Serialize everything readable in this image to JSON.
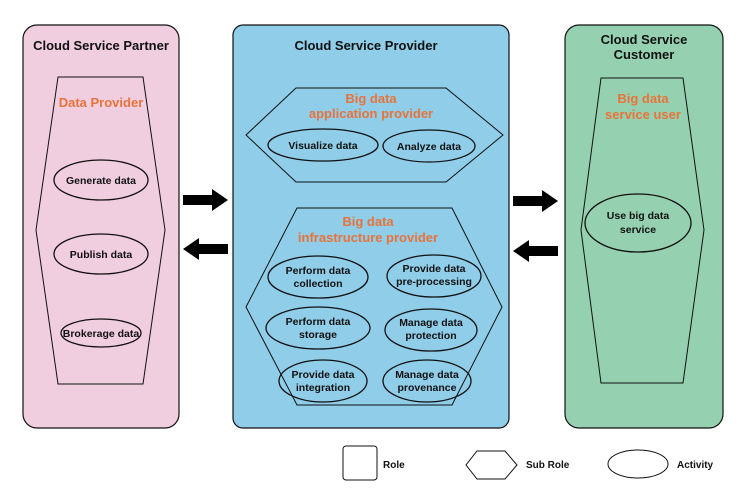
{
  "colors": {
    "partner_fill": "#f1cde0",
    "provider_fill": "#8fcde9",
    "customer_fill": "#95d1b1",
    "sub_role_title": "#e8733a",
    "stroke": "#111111"
  },
  "partner": {
    "title": "Cloud Service Partner",
    "sub_role": "Data Provider",
    "activities": [
      "Generate data",
      "Publish data",
      "Brokerage data"
    ]
  },
  "provider": {
    "title": "Cloud Service Provider",
    "app_sub_role": [
      "Big data",
      "application provider"
    ],
    "app_activities": [
      "Visualize data",
      "Analyze data"
    ],
    "infra_sub_role": [
      "Big data",
      "infrastructure provider"
    ],
    "infra_activities": [
      [
        "Perform data",
        "collection"
      ],
      [
        "Provide data",
        "pre-processing"
      ],
      [
        "Perform data",
        "storage"
      ],
      [
        "Manage data",
        "protection"
      ],
      [
        "Provide data",
        "integration"
      ],
      [
        "Manage data",
        "provenance"
      ]
    ]
  },
  "customer": {
    "title": [
      "Cloud Service",
      "Customer"
    ],
    "sub_role": [
      "Big data",
      "service user"
    ],
    "activity": [
      "Use big data",
      "service"
    ]
  },
  "legend": {
    "role": "Role",
    "sub_role": "Sub Role",
    "activity": "Activity"
  },
  "arrows": [
    "right-arrow",
    "left-arrow",
    "right-arrow",
    "left-arrow"
  ]
}
